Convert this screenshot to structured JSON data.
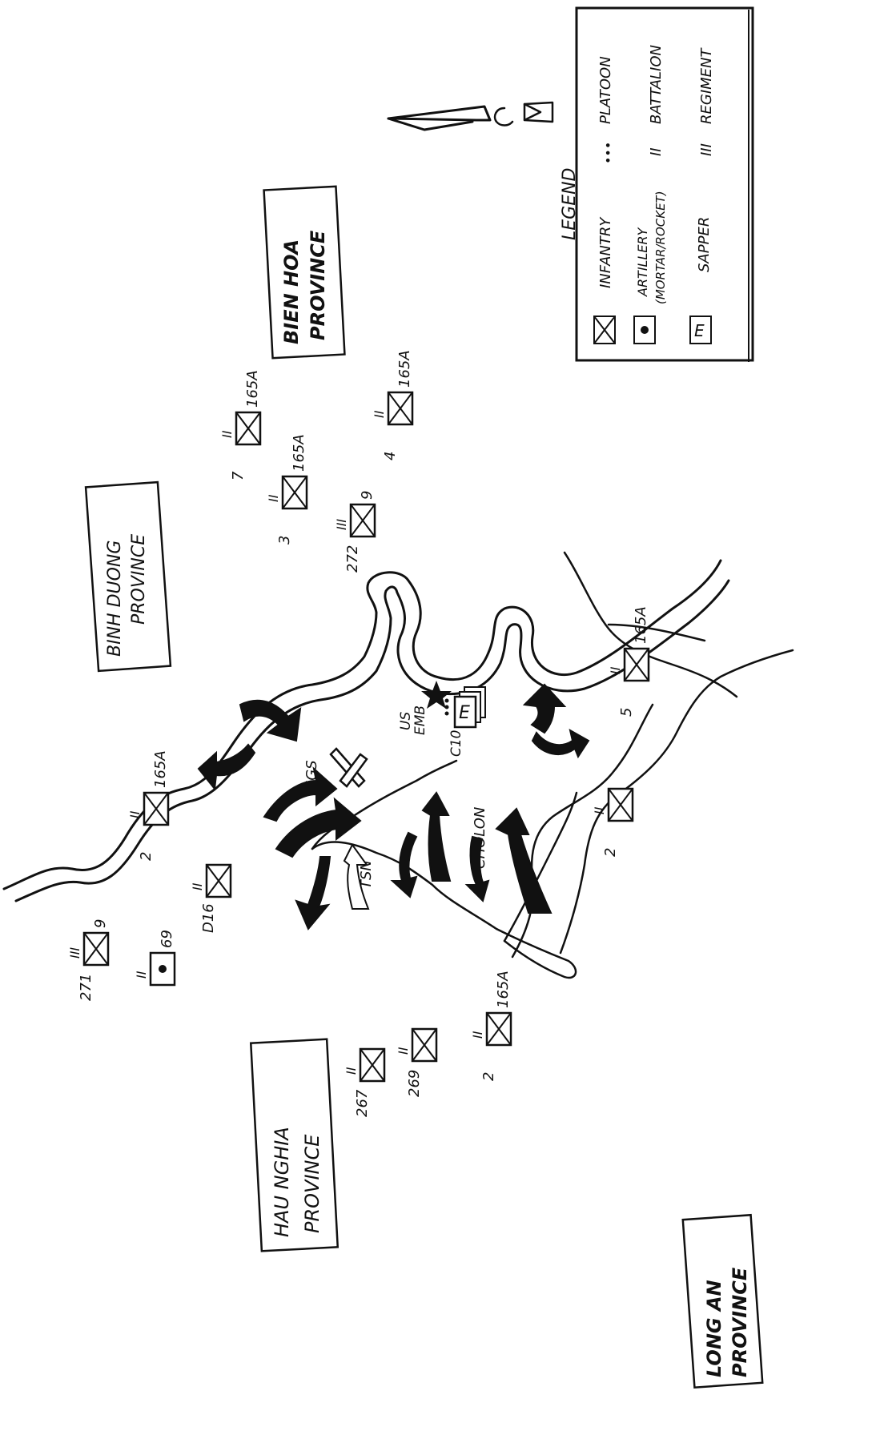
{
  "provinces": {
    "binh_duong": [
      "BINH DUONG",
      "PROVINCE"
    ],
    "bien_hoa": [
      "BIEN HOA",
      "PROVINCE"
    ],
    "hau_nghia": [
      "HAU NGHIA",
      "PROVINCE"
    ],
    "long_an": [
      "LONG AN",
      "PROVINCE"
    ]
  },
  "places": {
    "jgs": "JGS",
    "tsn": "TSN",
    "cholon": "CHOLON",
    "us_emb": [
      "US",
      "EMB"
    ],
    "c10": "C10"
  },
  "legend": {
    "title": "LEGEND",
    "infantry": "INFANTRY",
    "artillery": "ARTILLERY",
    "artillery_sub": "(MORTAR/ROCKET)",
    "sapper": "SAPPER",
    "platoon": "PLATOON",
    "battalion": "BATTALION",
    "regiment": "REGIMENT",
    "platoon_symbol": "•••",
    "battalion_symbol": "II",
    "regiment_symbol": "III",
    "sapper_symbol": "E"
  },
  "units": [
    {
      "id": "165a-7",
      "number": "7",
      "parent": "165A",
      "size": "II",
      "kind": "infantry"
    },
    {
      "id": "165a-3",
      "number": "3",
      "parent": "165A",
      "size": "II",
      "kind": "infantry"
    },
    {
      "id": "165a-4",
      "number": "4",
      "parent": "165A",
      "size": "II",
      "kind": "infantry"
    },
    {
      "id": "9-272",
      "number": "272",
      "parent": "9",
      "size": "III",
      "kind": "infantry"
    },
    {
      "id": "165a-5",
      "number": "5",
      "parent": "165A",
      "size": "II",
      "kind": "infantry"
    },
    {
      "id": "2-east",
      "number": "2",
      "parent": "",
      "size": "II",
      "kind": "infantry"
    },
    {
      "id": "165a-2n",
      "number": "2",
      "parent": "165A",
      "size": "II",
      "kind": "infantry"
    },
    {
      "id": "d16",
      "number": "D16",
      "parent": "",
      "size": "II",
      "kind": "infantry"
    },
    {
      "id": "9-271",
      "number": "271",
      "parent": "9",
      "size": "III",
      "kind": "infantry"
    },
    {
      "id": "69-art",
      "number": "",
      "parent": "69",
      "size": "II",
      "kind": "artillery"
    },
    {
      "id": "165a-2s",
      "number": "2",
      "parent": "165A",
      "size": "II",
      "kind": "infantry"
    },
    {
      "id": "269",
      "number": "269",
      "parent": "",
      "size": "II",
      "kind": "infantry"
    },
    {
      "id": "267",
      "number": "267",
      "parent": "",
      "size": "II",
      "kind": "infantry"
    }
  ],
  "colors": {
    "ink": "#111111",
    "paper": "#ffffff"
  },
  "icons": [
    "north-arrow-icon",
    "star-icon",
    "airport-icon",
    "attack-arrow-icon",
    "infantry-symbol-icon",
    "artillery-symbol-icon",
    "sapper-symbol-icon"
  ]
}
